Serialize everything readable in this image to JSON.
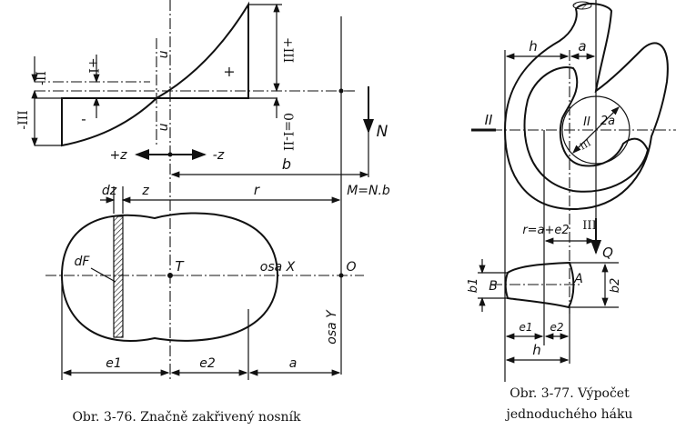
{
  "figure_left": {
    "caption": "Obr. 3-76. Značně zakřivený nosník",
    "labels": {
      "minus_II": "-II",
      "plus_I": "+I",
      "minus_III": "-III",
      "n_top": "n",
      "n_bottom": "n",
      "plus_sign": "+",
      "minus_sign": "-",
      "plus_III": "+III",
      "zero_eq": "0=I-II",
      "plus_z": "+z",
      "minus_z": "-z",
      "b": "b",
      "N": "N",
      "dz": "dz",
      "z": "z",
      "r": "r",
      "moment": "M=N.b",
      "dF": "dF",
      "T": "T",
      "osa_x": "osa X",
      "O": "O",
      "osa_y": "osa Y",
      "e1": "e1",
      "e2": "e2",
      "a": "a"
    }
  },
  "figure_right": {
    "caption_line1": "Obr. 3-77. Výpočet",
    "caption_line2": "jednoduchého háku",
    "labels": {
      "h_top": "h",
      "a_top": "a",
      "II_left": "II",
      "II_inner": "II",
      "two_a": "2a",
      "III_inner": "III",
      "III_lower": "III",
      "r_eq": "r=a+e2",
      "Q": "Q",
      "b1": "b1",
      "B": "B",
      "A": "A",
      "b2": "b2",
      "e1": "e1",
      "e2": "e2",
      "h_bottom": "h"
    }
  }
}
